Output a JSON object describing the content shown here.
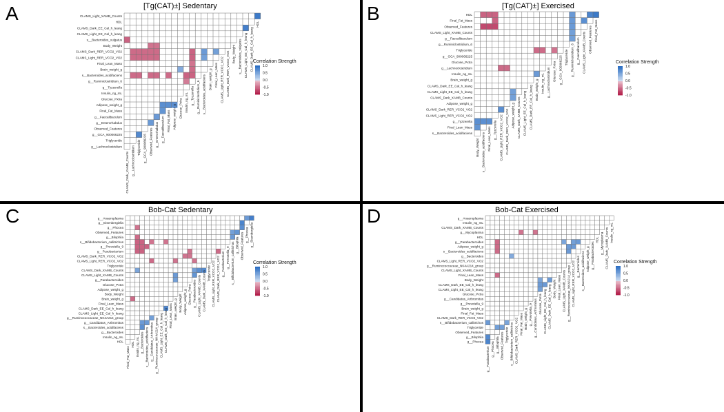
{
  "colors": {
    "positive_strong": "#2c6fc4",
    "positive_light": "#a8c2ea",
    "negative_strong": "#b3204c",
    "negative_light": "#dea0b4",
    "grid": "#6f6f6f",
    "divider": "#000000"
  },
  "chart_data": [
    {
      "type": "heatmap",
      "panel": "A",
      "title": "[Tg(CAT)±] Sedentary",
      "legend": {
        "title": "Correlation Strength",
        "ticks": [
          "1.0",
          "0.5",
          "0.0",
          "-0.5",
          "-1.0"
        ],
        "range": [
          -1,
          1
        ],
        "placement": "right"
      },
      "rows": [
        "CLAMS_Light_XAMB_Counts",
        "HDL",
        "CLAMS_Dark_EE_Cal_h_leang",
        "CLAMS_Light_EE_Cal_h_leang",
        "s__Bacteroides_vulgatus",
        "Body_Weight",
        "CLAMS_Dark_RER_VCO2_VO2",
        "CLAMS_Light_RER_VCO2_VO2",
        "Final_Lean_Mass",
        "Brain_weight_g",
        "s__Bacteroides_acidifaciens",
        "g__Ruminiclostridium_6",
        "g__Tyzzerella",
        "Insulin_ng_mL",
        "Glucose_Pxtra",
        "Adipose_weight_g",
        "Final_Fat_Mass",
        "g__Faecalibaculum",
        "g__Enterorhabdus",
        "Observed_Features",
        "g__GCA_900066225",
        "Triglyceride",
        "g__Lachnoclostridium"
      ],
      "columns": [
        "CLAMS_Dark_XAMB_Counts",
        "g__Lachnoclostridium",
        "Triglyceride",
        "g__GCA_900066225",
        "Observed_Features",
        "g__Enterorhabdus",
        "g__Faecalibaculum",
        "Final_Fat_Mass",
        "Adipose_weight_g",
        "Glucose_Pxtra",
        "Insulin_ng_mL",
        "g__Tyzzerella",
        "g__Ruminiclostridium_6",
        "s__Bacteroides_acidifaciens",
        "Brain_weight_g",
        "Final_Lean_Mass",
        "CLAMS_Light_RER_VCO2_VO2",
        "CLAMS_Dark_RER_VCO2_VO2",
        "Body_Weight",
        "s__Bacteroides_vulgatus",
        "CLAMS_Light_EE_Cal_h_leang",
        "CLAMS_Dark_EE_Cal_h_leang",
        "HDL"
      ],
      "cells": [
        {
          "row": 0,
          "col": 22,
          "value": 0.9
        },
        {
          "row": 2,
          "col": 20,
          "value": 0.85
        },
        {
          "row": 4,
          "col": 0,
          "value": -0.6
        },
        {
          "row": 5,
          "col": 4,
          "value": -0.5
        },
        {
          "row": 5,
          "col": 5,
          "value": -0.5
        },
        {
          "row": 6,
          "col": 1,
          "value": -0.55
        },
        {
          "row": 6,
          "col": 2,
          "value": -0.55
        },
        {
          "row": 6,
          "col": 3,
          "value": -0.55
        },
        {
          "row": 6,
          "col": 4,
          "value": -0.55
        },
        {
          "row": 6,
          "col": 5,
          "value": -0.55
        },
        {
          "row": 6,
          "col": 11,
          "value": -0.6
        },
        {
          "row": 6,
          "col": 13,
          "value": 0.6
        },
        {
          "row": 6,
          "col": 15,
          "value": 0.55
        },
        {
          "row": 7,
          "col": 1,
          "value": -0.55
        },
        {
          "row": 7,
          "col": 2,
          "value": -0.55
        },
        {
          "row": 7,
          "col": 3,
          "value": -0.55
        },
        {
          "row": 7,
          "col": 4,
          "value": -0.55
        },
        {
          "row": 7,
          "col": 5,
          "value": -0.55
        },
        {
          "row": 7,
          "col": 11,
          "value": -0.6
        },
        {
          "row": 7,
          "col": 13,
          "value": 0.55
        },
        {
          "row": 8,
          "col": 11,
          "value": -0.5
        },
        {
          "row": 9,
          "col": 9,
          "value": 0.45
        },
        {
          "row": 9,
          "col": 11,
          "value": -0.55
        },
        {
          "row": 10,
          "col": 1,
          "value": -0.55
        },
        {
          "row": 10,
          "col": 2,
          "value": -0.55
        },
        {
          "row": 10,
          "col": 4,
          "value": -0.55
        },
        {
          "row": 10,
          "col": 5,
          "value": -0.55
        },
        {
          "row": 10,
          "col": 7,
          "value": -0.55
        },
        {
          "row": 10,
          "col": 10,
          "value": -0.6
        },
        {
          "row": 10,
          "col": 11,
          "value": -0.6
        },
        {
          "row": 11,
          "col": 10,
          "value": -0.45
        },
        {
          "row": 15,
          "col": 6,
          "value": 0.7
        },
        {
          "row": 15,
          "col": 7,
          "value": 0.7
        },
        {
          "row": 15,
          "col": 8,
          "value": 0.7
        },
        {
          "row": 16,
          "col": 6,
          "value": 0.65
        },
        {
          "row": 17,
          "col": 5,
          "value": 0.6
        },
        {
          "row": 18,
          "col": 4,
          "value": 0.6
        },
        {
          "row": 20,
          "col": 2,
          "value": 0.75
        }
      ]
    },
    {
      "type": "heatmap",
      "panel": "B",
      "title": "[Tg(CAT)±] Exercised",
      "legend": {
        "title": "Correlation Strength",
        "ticks": [
          "1.0",
          "0.5",
          "0.0",
          "-0.5",
          "-1.0"
        ],
        "range": [
          -1,
          1
        ],
        "placement": "right"
      },
      "rows": [
        "HDL",
        "Final_Fat_Mass",
        "Observed_Features",
        "CLAMS_Light_XAMB_Counts",
        "g__Faecalibaculum",
        "g__Ruminiclostridium_6",
        "Triglyceride",
        "g__GCA_900066225",
        "Glucose_Pxtra",
        "g__Lachnoclostridium",
        "Insulin_ng_mL",
        "Brain_weight_g",
        "CLAMS_Dark_EE_Cal_h_leang",
        "CLAMS_Light_EE_Cal_h_leang",
        "CLAMS_Dark_XAMB_Counts",
        "Adipose_weight_g",
        "CLAMS_Dark_RER_VCO2_VO2",
        "CLAMS_Light_RER_VCO2_VO2",
        "g__Tyzzerella",
        "Final_Lean_Mass",
        "s__Bacteroides_acidifaciens"
      ],
      "columns": [
        "Body_Weight",
        "s__Bacteroides_acidifaciens",
        "Final_Lean_Mass",
        "g__Tyzzerella",
        "CLAMS_Light_RER_VCO2_VO2",
        "CLAMS_Dark_RER_VCO2_VO2",
        "Adipose_weight_g",
        "CLAMS_Dark_XAMB_Counts",
        "CLAMS_Light_EE_Cal_h_leang",
        "CLAMS_Dark_EE_Cal_h_leang",
        "Brain_weight_g",
        "Insulin_ng_mL",
        "g__Lachnoclostridium",
        "Glucose_Pxtra",
        "g__GCA_900066225",
        "Triglyceride",
        "g__Ruminiclostridium_6",
        "g__Faecalibaculum",
        "CLAMS_Light_XAMB_Counts",
        "Observed_Features",
        "Final_Fat_Mass"
      ],
      "cells": [
        {
          "row": 0,
          "col": 1,
          "value": -0.6
        },
        {
          "row": 0,
          "col": 2,
          "value": -0.6
        },
        {
          "row": 0,
          "col": 3,
          "value": -0.6
        },
        {
          "row": 0,
          "col": 16,
          "value": 0.6
        },
        {
          "row": 0,
          "col": 19,
          "value": 0.8
        },
        {
          "row": 0,
          "col": 20,
          "value": 0.9
        },
        {
          "row": 1,
          "col": 3,
          "value": -0.6
        },
        {
          "row": 1,
          "col": 16,
          "value": 0.6
        },
        {
          "row": 1,
          "col": 18,
          "value": 0.7
        },
        {
          "row": 2,
          "col": 1,
          "value": -0.75
        },
        {
          "row": 2,
          "col": 2,
          "value": -0.75
        },
        {
          "row": 2,
          "col": 3,
          "value": -0.75
        },
        {
          "row": 2,
          "col": 16,
          "value": 0.6
        },
        {
          "row": 3,
          "col": 16,
          "value": 0.55
        },
        {
          "row": 4,
          "col": 16,
          "value": 0.55
        },
        {
          "row": 6,
          "col": 10,
          "value": -0.55
        },
        {
          "row": 6,
          "col": 11,
          "value": -0.55
        },
        {
          "row": 6,
          "col": 13,
          "value": -0.5
        },
        {
          "row": 9,
          "col": 4,
          "value": -0.55
        },
        {
          "row": 9,
          "col": 5,
          "value": -0.55
        },
        {
          "row": 10,
          "col": 10,
          "value": 0.6
        },
        {
          "row": 13,
          "col": 6,
          "value": 0.55
        },
        {
          "row": 14,
          "col": 6,
          "value": 0.55
        },
        {
          "row": 16,
          "col": 4,
          "value": 0.7
        },
        {
          "row": 18,
          "col": 0,
          "value": 0.7
        },
        {
          "row": 18,
          "col": 1,
          "value": 0.7
        },
        {
          "row": 18,
          "col": 2,
          "value": 0.7
        },
        {
          "row": 19,
          "col": 0,
          "value": 0.65
        }
      ]
    },
    {
      "type": "heatmap",
      "panel": "C",
      "title": "Bob-Cat Sedentary",
      "legend": {
        "title": "Correlation Strength",
        "ticks": [
          "1.0",
          "0.5",
          "0.0",
          "-0.5",
          "-1.0"
        ],
        "range": [
          -1,
          1
        ],
        "placement": "right"
      },
      "rows": [
        "g__Anaeroplasma",
        "g__Eisenbergiella",
        "g__Phocea",
        "Observed_Features",
        "g__Bilophila",
        "s__Bifidobacterium_callitrichos",
        "g__Prevotella_9",
        "g__Fusobacterium",
        "CLAMS_Dark_RER_VCO2_VO2",
        "CLAMS_Light_RER_VCO2_VO2",
        "Triglyceride",
        "CLAMS_Dark_XAMB_Counts",
        "CLAMS_Light_XAMB_Counts",
        "g__Parabacteroides",
        "Glucose_Pxtra",
        "Adipose_weight_g",
        "Body_Weight",
        "Brain_weight_g",
        "Final_Lean_Mass",
        "CLAMS_Dark_EE_Cal_h_leang",
        "CLAMS_Light_EE_Cal_h_leang",
        "g__Ruminococcaceae_NK4A214_group",
        "g__Candidatus_Arthromitus",
        "s__Bacteroides_acidifaciens",
        "g__Bacteroides",
        "Insulin_ng_mL",
        "HDL"
      ],
      "columns": [
        "Final_Fat_Mass",
        "HDL",
        "Insulin_ng_mL",
        "g__Bacteroides",
        "s__Bacteroides_acidifaciens",
        "g__Candidatus_Arthromitus",
        "g__Ruminococcaceae_NK4A214_group",
        "CLAMS_Light_EE_Cal_h_leang",
        "CLAMS_Dark_EE_Cal_h_leang",
        "Final_Lean_Mass",
        "Brain_weight_g",
        "Body_Weight",
        "Adipose_weight_g",
        "Glucose_Pxtra",
        "g__Parabacteroides",
        "CLAMS_Light_XAMB_Counts",
        "CLAMS_Dark_XAMB_Counts",
        "Triglyceride",
        "CLAMS_Light_RER_VCO2_VO2",
        "CLAMS_Dark_RER_VCO2_VO2",
        "g__Fusobacterium",
        "g__Prevotella_9",
        "s__Bifidobacterium_callitrichos",
        "g__Bilophila",
        "Observed_Features",
        "g__Phocea",
        "g__Eisenbergiella"
      ],
      "cells": [
        {
          "row": 0,
          "col": 25,
          "value": 0.6
        },
        {
          "row": 0,
          "col": 26,
          "value": 0.85
        },
        {
          "row": 1,
          "col": 24,
          "value": 0.8
        },
        {
          "row": 2,
          "col": 2,
          "value": -0.5
        },
        {
          "row": 2,
          "col": 24,
          "value": 0.7
        },
        {
          "row": 3,
          "col": 22,
          "value": 0.55
        },
        {
          "row": 3,
          "col": 23,
          "value": 0.65
        },
        {
          "row": 4,
          "col": 2,
          "value": -0.55
        },
        {
          "row": 4,
          "col": 22,
          "value": 0.6
        },
        {
          "row": 5,
          "col": 2,
          "value": -0.6
        },
        {
          "row": 5,
          "col": 3,
          "value": -0.6
        },
        {
          "row": 5,
          "col": 5,
          "value": -0.5
        },
        {
          "row": 5,
          "col": 8,
          "value": -0.5
        },
        {
          "row": 6,
          "col": 2,
          "value": -0.6
        },
        {
          "row": 6,
          "col": 3,
          "value": -0.6
        },
        {
          "row": 6,
          "col": 4,
          "value": -0.6
        },
        {
          "row": 7,
          "col": 2,
          "value": -0.6
        },
        {
          "row": 7,
          "col": 3,
          "value": -0.6
        },
        {
          "row": 7,
          "col": 13,
          "value": -0.5
        },
        {
          "row": 7,
          "col": 19,
          "value": -0.55
        },
        {
          "row": 8,
          "col": 12,
          "value": -0.5
        },
        {
          "row": 8,
          "col": 13,
          "value": -0.5
        },
        {
          "row": 9,
          "col": 5,
          "value": -0.55
        },
        {
          "row": 9,
          "col": 10,
          "value": -0.5
        },
        {
          "row": 9,
          "col": 14,
          "value": -0.5
        },
        {
          "row": 11,
          "col": 2,
          "value": 0.5
        },
        {
          "row": 11,
          "col": 14,
          "value": 0.55
        },
        {
          "row": 11,
          "col": 15,
          "value": 0.7
        },
        {
          "row": 11,
          "col": 16,
          "value": 0.75
        },
        {
          "row": 12,
          "col": 10,
          "value": 0.6
        },
        {
          "row": 12,
          "col": 14,
          "value": 0.65
        },
        {
          "row": 13,
          "col": 10,
          "value": 0.55
        },
        {
          "row": 17,
          "col": 1,
          "value": -0.55
        },
        {
          "row": 19,
          "col": 8,
          "value": 0.8
        },
        {
          "row": 21,
          "col": 5,
          "value": 0.55
        },
        {
          "row": 22,
          "col": 3,
          "value": 0.6
        },
        {
          "row": 22,
          "col": 4,
          "value": 0.6
        },
        {
          "row": 23,
          "col": 3,
          "value": 0.7
        }
      ]
    },
    {
      "type": "heatmap",
      "panel": "D",
      "title": "Bob-Cat Exercised",
      "legend": {
        "title": "Correlation Strength",
        "ticks": [
          "1.0",
          "0.5",
          "0.0",
          "-0.5",
          "-1.0"
        ],
        "range": [
          -1,
          1
        ],
        "placement": "right"
      },
      "rows": [
        "g__Anaeroplasma",
        "Insulin_ng_mL",
        "CLAMS_Dark_XAMB_Counts",
        "g__Mycoplasma",
        "HDL",
        "g__Parabacteroides",
        "Adipose_weight_g",
        "s__Bacteroides_acidifaciens",
        "g__Bacteroides",
        "CLAMS_Light_RER_VCO2_VO2",
        "g__Ruminococcaceae_NK4A214_group",
        "CLAMS_Light_XAMB_Counts",
        "Final_Lean_Mass",
        "Body_Weight",
        "CLAMS_Dark_EE_Cal_h_leang",
        "CLAMS_Light_EE_Cal_h_leang",
        "Glucose_Pxtra",
        "g__Candidatus_Arthromitus",
        "g__Prevotella_9",
        "Brain_weight_g",
        "Final_Fat_Mass",
        "CLAMS_Dark_RER_VCO2_VO2",
        "s__Bifidobacterium_callitrichos",
        "Triglyceride",
        "Observed_Features",
        "g__Bilophila",
        "g__Phocea"
      ],
      "columns": [
        "g__Fusobacterium",
        "g__Phocea",
        "g__Bilophila",
        "Observed_Features",
        "Triglyceride",
        "s__Bifidobacterium_callitrichos",
        "CLAMS_Dark_RER_VCO2_VO2",
        "Final_Fat_Mass",
        "Brain_weight_g",
        "g__Prevotella_9",
        "g__Candidatus_Arthromitus",
        "Glucose_Pxtra",
        "CLAMS_Light_EE_Cal_h_leang",
        "CLAMS_Dark_EE_Cal_h_leang",
        "Body_Weight",
        "Final_Lean_Mass",
        "CLAMS_Light_XAMB_Counts",
        "g__Ruminococcaceae_NK4A214_group",
        "CLAMS_Light_RER_VCO2_VO2",
        "g__Bacteroides",
        "s__Bacteroides_acidifaciens",
        "Adipose_weight_g",
        "g__Parabacteroides",
        "HDL",
        "g__Mycoplasma",
        "CLAMS_Dark_XAMB_Counts",
        "Insulin_ng_mL"
      ],
      "cells": [
        {
          "row": 3,
          "col": 7,
          "value": -0.5
        },
        {
          "row": 3,
          "col": 10,
          "value": -0.5
        },
        {
          "row": 5,
          "col": 2,
          "value": -0.55
        },
        {
          "row": 5,
          "col": 16,
          "value": 0.5
        },
        {
          "row": 5,
          "col": 18,
          "value": 0.55
        },
        {
          "row": 5,
          "col": 19,
          "value": 0.6
        },
        {
          "row": 6,
          "col": 2,
          "value": -0.55
        },
        {
          "row": 6,
          "col": 17,
          "value": 0.6
        },
        {
          "row": 6,
          "col": 18,
          "value": 0.6
        },
        {
          "row": 7,
          "col": 2,
          "value": -0.55
        },
        {
          "row": 7,
          "col": 17,
          "value": 0.6
        },
        {
          "row": 8,
          "col": 5,
          "value": 0.45
        },
        {
          "row": 12,
          "col": 2,
          "value": -0.55
        },
        {
          "row": 13,
          "col": 11,
          "value": 0.5
        },
        {
          "row": 13,
          "col": 13,
          "value": 0.6
        },
        {
          "row": 14,
          "col": 11,
          "value": 0.6
        },
        {
          "row": 14,
          "col": 12,
          "value": 0.6
        },
        {
          "row": 15,
          "col": 11,
          "value": 0.55
        },
        {
          "row": 22,
          "col": 0,
          "value": 0.6
        },
        {
          "row": 22,
          "col": 4,
          "value": 0.5
        },
        {
          "row": 23,
          "col": 2,
          "value": 0.55
        },
        {
          "row": 23,
          "col": 3,
          "value": 0.55
        },
        {
          "row": 25,
          "col": 0,
          "value": 0.75
        },
        {
          "row": 26,
          "col": 0,
          "value": 0.8
        }
      ]
    }
  ]
}
